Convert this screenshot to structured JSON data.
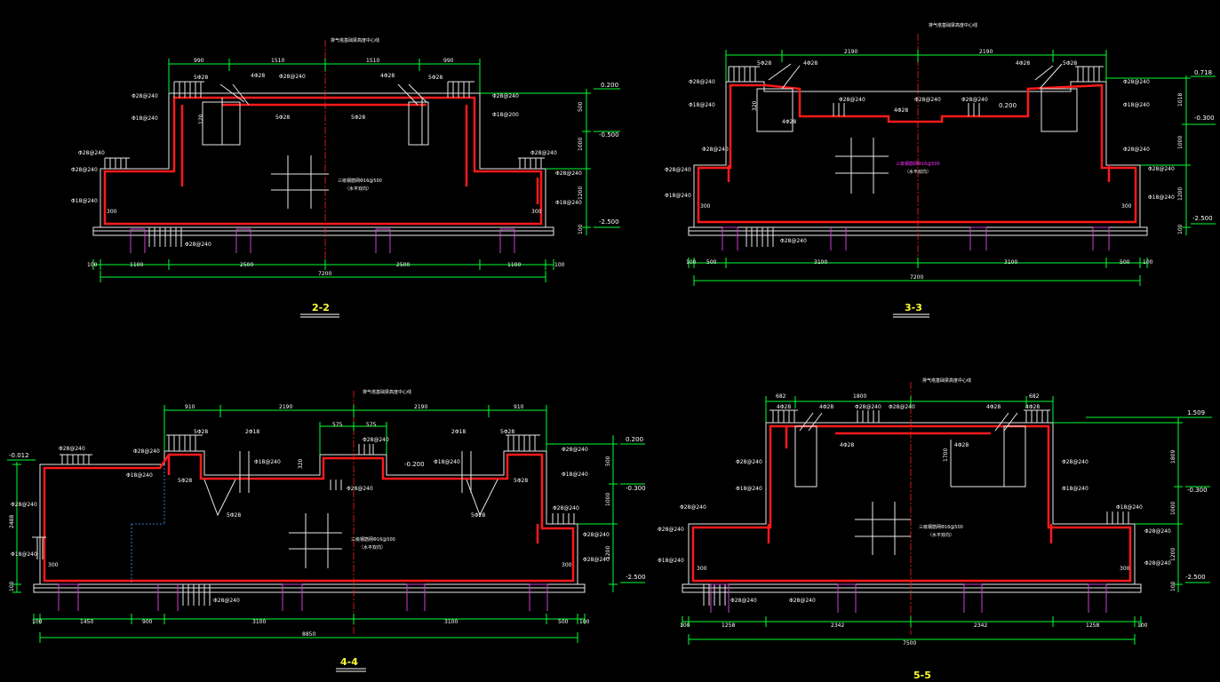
{
  "drawing": {
    "sections": {
      "s22": {
        "title": "2-2",
        "top_note": "排气塔基础梁高度中心线",
        "dims_top": [
          "990",
          "1510",
          "1510",
          "990"
        ],
        "dims_bottom": [
          "100",
          "1100",
          "2500",
          "2500",
          "1100",
          "100"
        ],
        "dim_total": "7200",
        "levels": [
          "0.200",
          "-0.500",
          "-2.500"
        ],
        "v_dims": [
          "500",
          "1000",
          "1200",
          "100"
        ],
        "bars": [
          "5Φ28",
          "4Φ28",
          "Φ28@240",
          "Φ28@240",
          "4Φ28",
          "5Φ28",
          "Φ28@240",
          "Φ18@240",
          "5Φ28",
          "5Φ28",
          "Φ18@200",
          "Φ28@240",
          "Φ28@240",
          "Φ28@240",
          "Φ18@240",
          "Φ18@240",
          "Φ28@240",
          "Φ28@240"
        ],
        "misc_dims": [
          "300",
          "300",
          "120"
        ],
        "note1": "三级钢筋网Φ16@500",
        "note2": "（水平双向）"
      },
      "s33": {
        "title": "3-3",
        "top_note": "排气塔基础梁高度中心线",
        "dims_top": [
          "2190",
          "2190"
        ],
        "dims_bottom": [
          "100",
          "500",
          "3100",
          "3100",
          "500",
          "100"
        ],
        "dim_total": "7200",
        "levels": [
          "0.718",
          "-0.300",
          "-2.500",
          "0.200"
        ],
        "v_dims": [
          "1018",
          "1000",
          "1200",
          "100"
        ],
        "bars": [
          "5Φ28",
          "4Φ28",
          "4Φ28",
          "5Φ28",
          "Φ28@240",
          "Φ28@240",
          "Φ18@240",
          "Φ18@240",
          "Φ28@240",
          "Φ28@240",
          "4Φ28",
          "4Φ28",
          "Φ28@240",
          "Φ28@240",
          "Φ28@240",
          "Φ28@240",
          "Φ18@240",
          "Φ18@240",
          "Φ28@240",
          "Φ28@240"
        ],
        "misc_dims": [
          "300",
          "300",
          "320"
        ],
        "note1": "三级钢筋网Φ16@500",
        "note2": "（水平双向）"
      },
      "s44": {
        "title": "4-4",
        "top_note": "排气塔基础梁高度中心线",
        "dims_top": [
          "910",
          "2190",
          "2190",
          "910"
        ],
        "dims_mid": [
          "575",
          "575"
        ],
        "dims_bottom": [
          "100",
          "1450",
          "900",
          "3100",
          "3100",
          "500",
          "100"
        ],
        "dim_total": "8850",
        "levels": [
          "-0.012",
          "0.200",
          "-0.300",
          "-2.500",
          "-0.200"
        ],
        "v_dims": [
          "2488",
          "500",
          "1000",
          "1200",
          "100"
        ],
        "bars": [
          "Φ28@240",
          "Φ28@240",
          "Φ18@240",
          "5Φ28",
          "2Φ18",
          "Φ18@240",
          "Φ18@240",
          "Φ28@240",
          "2Φ18",
          "5Φ28",
          "Φ28@240",
          "Φ18@240",
          "5Φ28",
          "5Φ28",
          "5Φ28",
          "5Φ28",
          "Φ28@240",
          "Φ28@240",
          "Φ28@240",
          "Φ18@240",
          "Φ28@240",
          "Φ28@240",
          "Φ28@240"
        ],
        "misc_dims": [
          "300",
          "300",
          "320"
        ],
        "note1": "三级钢筋网Φ16@500",
        "note2": "（水平双向）"
      },
      "s55": {
        "title": "5-5",
        "top_note": "排气塔基础梁高度中心线",
        "dims_top": [
          "682",
          "1800",
          "682"
        ],
        "dims_bottom": [
          "100",
          "1258",
          "2342",
          "2342",
          "1258",
          "100"
        ],
        "dim_total": "7500",
        "levels": [
          "1.509",
          "-0.300",
          "-2.500"
        ],
        "v_dims": [
          "1809",
          "1000",
          "1200",
          "100"
        ],
        "bars": [
          "4Φ28",
          "4Φ28",
          "Φ28@240",
          "Φ28@240",
          "4Φ28",
          "4Φ28",
          "Φ28@240",
          "Φ18@240",
          "Φ28@240",
          "Φ18@240",
          "4Φ28",
          "4Φ28",
          "Φ28@240",
          "Φ18@240",
          "Φ28@240",
          "Φ18@240",
          "Φ28@240",
          "Φ28@240",
          "Φ28@240",
          "Φ28@240"
        ],
        "misc_dims": [
          "300",
          "300",
          "1700"
        ],
        "note1": "三级钢筋网Φ16@500",
        "note2": "（水平双向）"
      }
    }
  }
}
